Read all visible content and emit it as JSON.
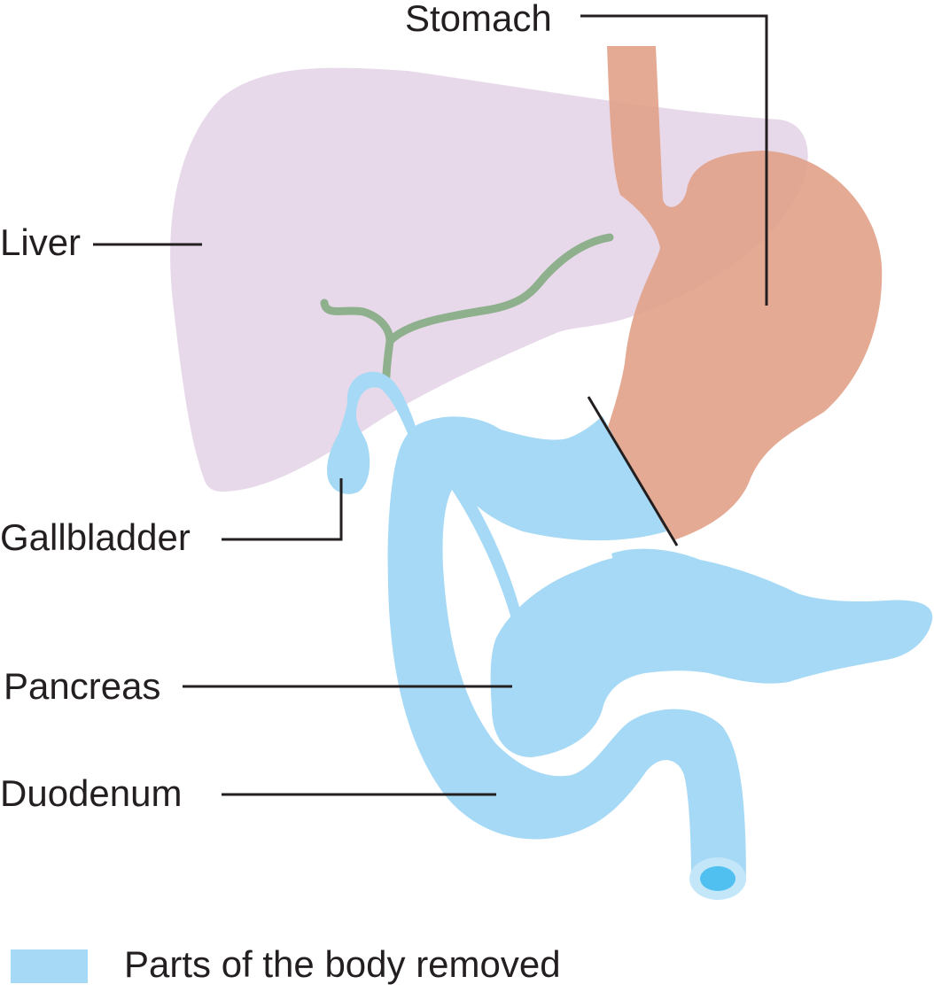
{
  "labels": {
    "stomach": "Stomach",
    "liver": "Liver",
    "gallbladder": "Gallbladder",
    "pancreas": "Pancreas",
    "duodenum": "Duodenum"
  },
  "legend": {
    "removed": "Parts of the body removed"
  },
  "colors": {
    "liver": "#e7d9ea",
    "stomach": "#e2a38a",
    "removed": "#a6d9f5",
    "bile_duct": "#8fb08c",
    "leader_line": "#231f20"
  }
}
